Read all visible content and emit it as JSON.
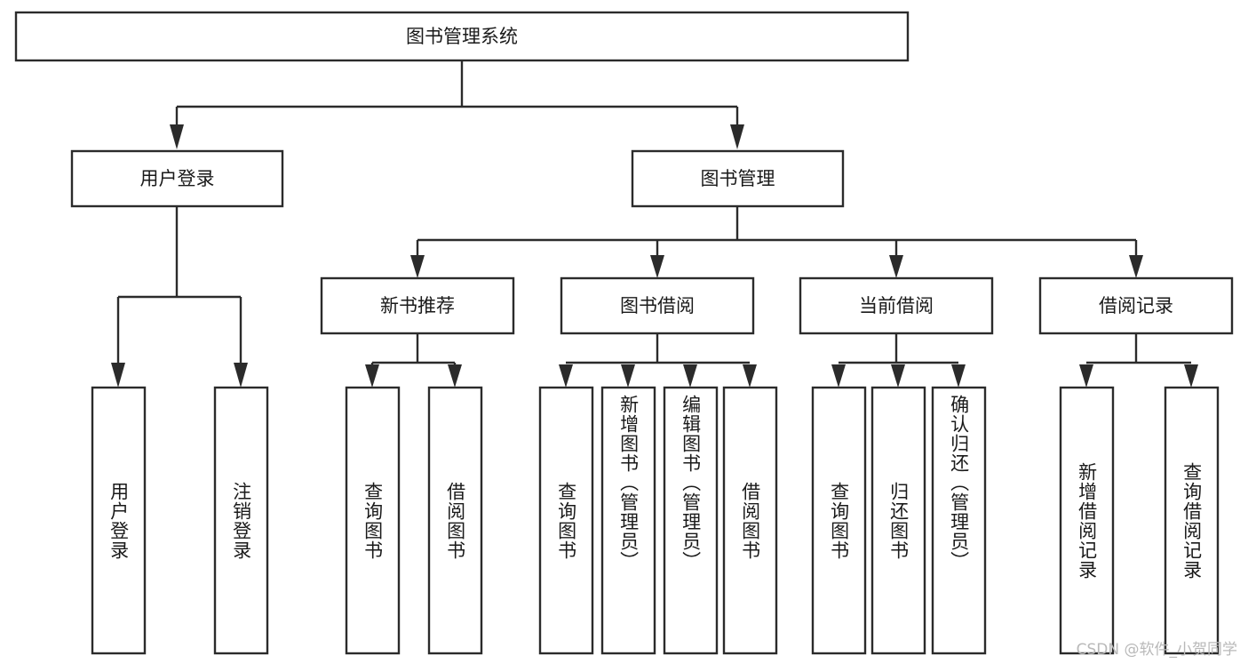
{
  "diagram": {
    "title": "图书管理系统",
    "type": "hierarchy-tree",
    "watermark": "CSDN @软件_小贺同学",
    "colors": {
      "box_stroke": "#2b2b2b",
      "box_fill": "#ffffff",
      "connector": "#2b2b2b",
      "text": "#1a1a1a",
      "background": "#ffffff",
      "watermark": "#b9b9b9"
    },
    "root": {
      "label": "图书管理系统"
    },
    "level2": [
      {
        "label": "用户登录"
      },
      {
        "label": "图书管理"
      }
    ],
    "level3": [
      {
        "label": "新书推荐"
      },
      {
        "label": "图书借阅"
      },
      {
        "label": "当前借阅"
      },
      {
        "label": "借阅记录"
      }
    ],
    "leaves": {
      "user_login": [
        {
          "label": "用户登录"
        },
        {
          "label": "注销登录"
        }
      ],
      "new_book_recommend": [
        {
          "label": "查询图书"
        },
        {
          "label": "借阅图书"
        }
      ],
      "book_borrow": [
        {
          "label": "查询图书"
        },
        {
          "label": "新增图书（管理员）"
        },
        {
          "label": "编辑图书（管理员）"
        },
        {
          "label": "借阅图书"
        }
      ],
      "current_borrow": [
        {
          "label": "查询图书"
        },
        {
          "label": "归还图书"
        },
        {
          "label": "确认归还（管理员）"
        }
      ],
      "borrow_record": [
        {
          "label": "新增借阅记录"
        },
        {
          "label": "查询借阅记录"
        }
      ]
    }
  }
}
